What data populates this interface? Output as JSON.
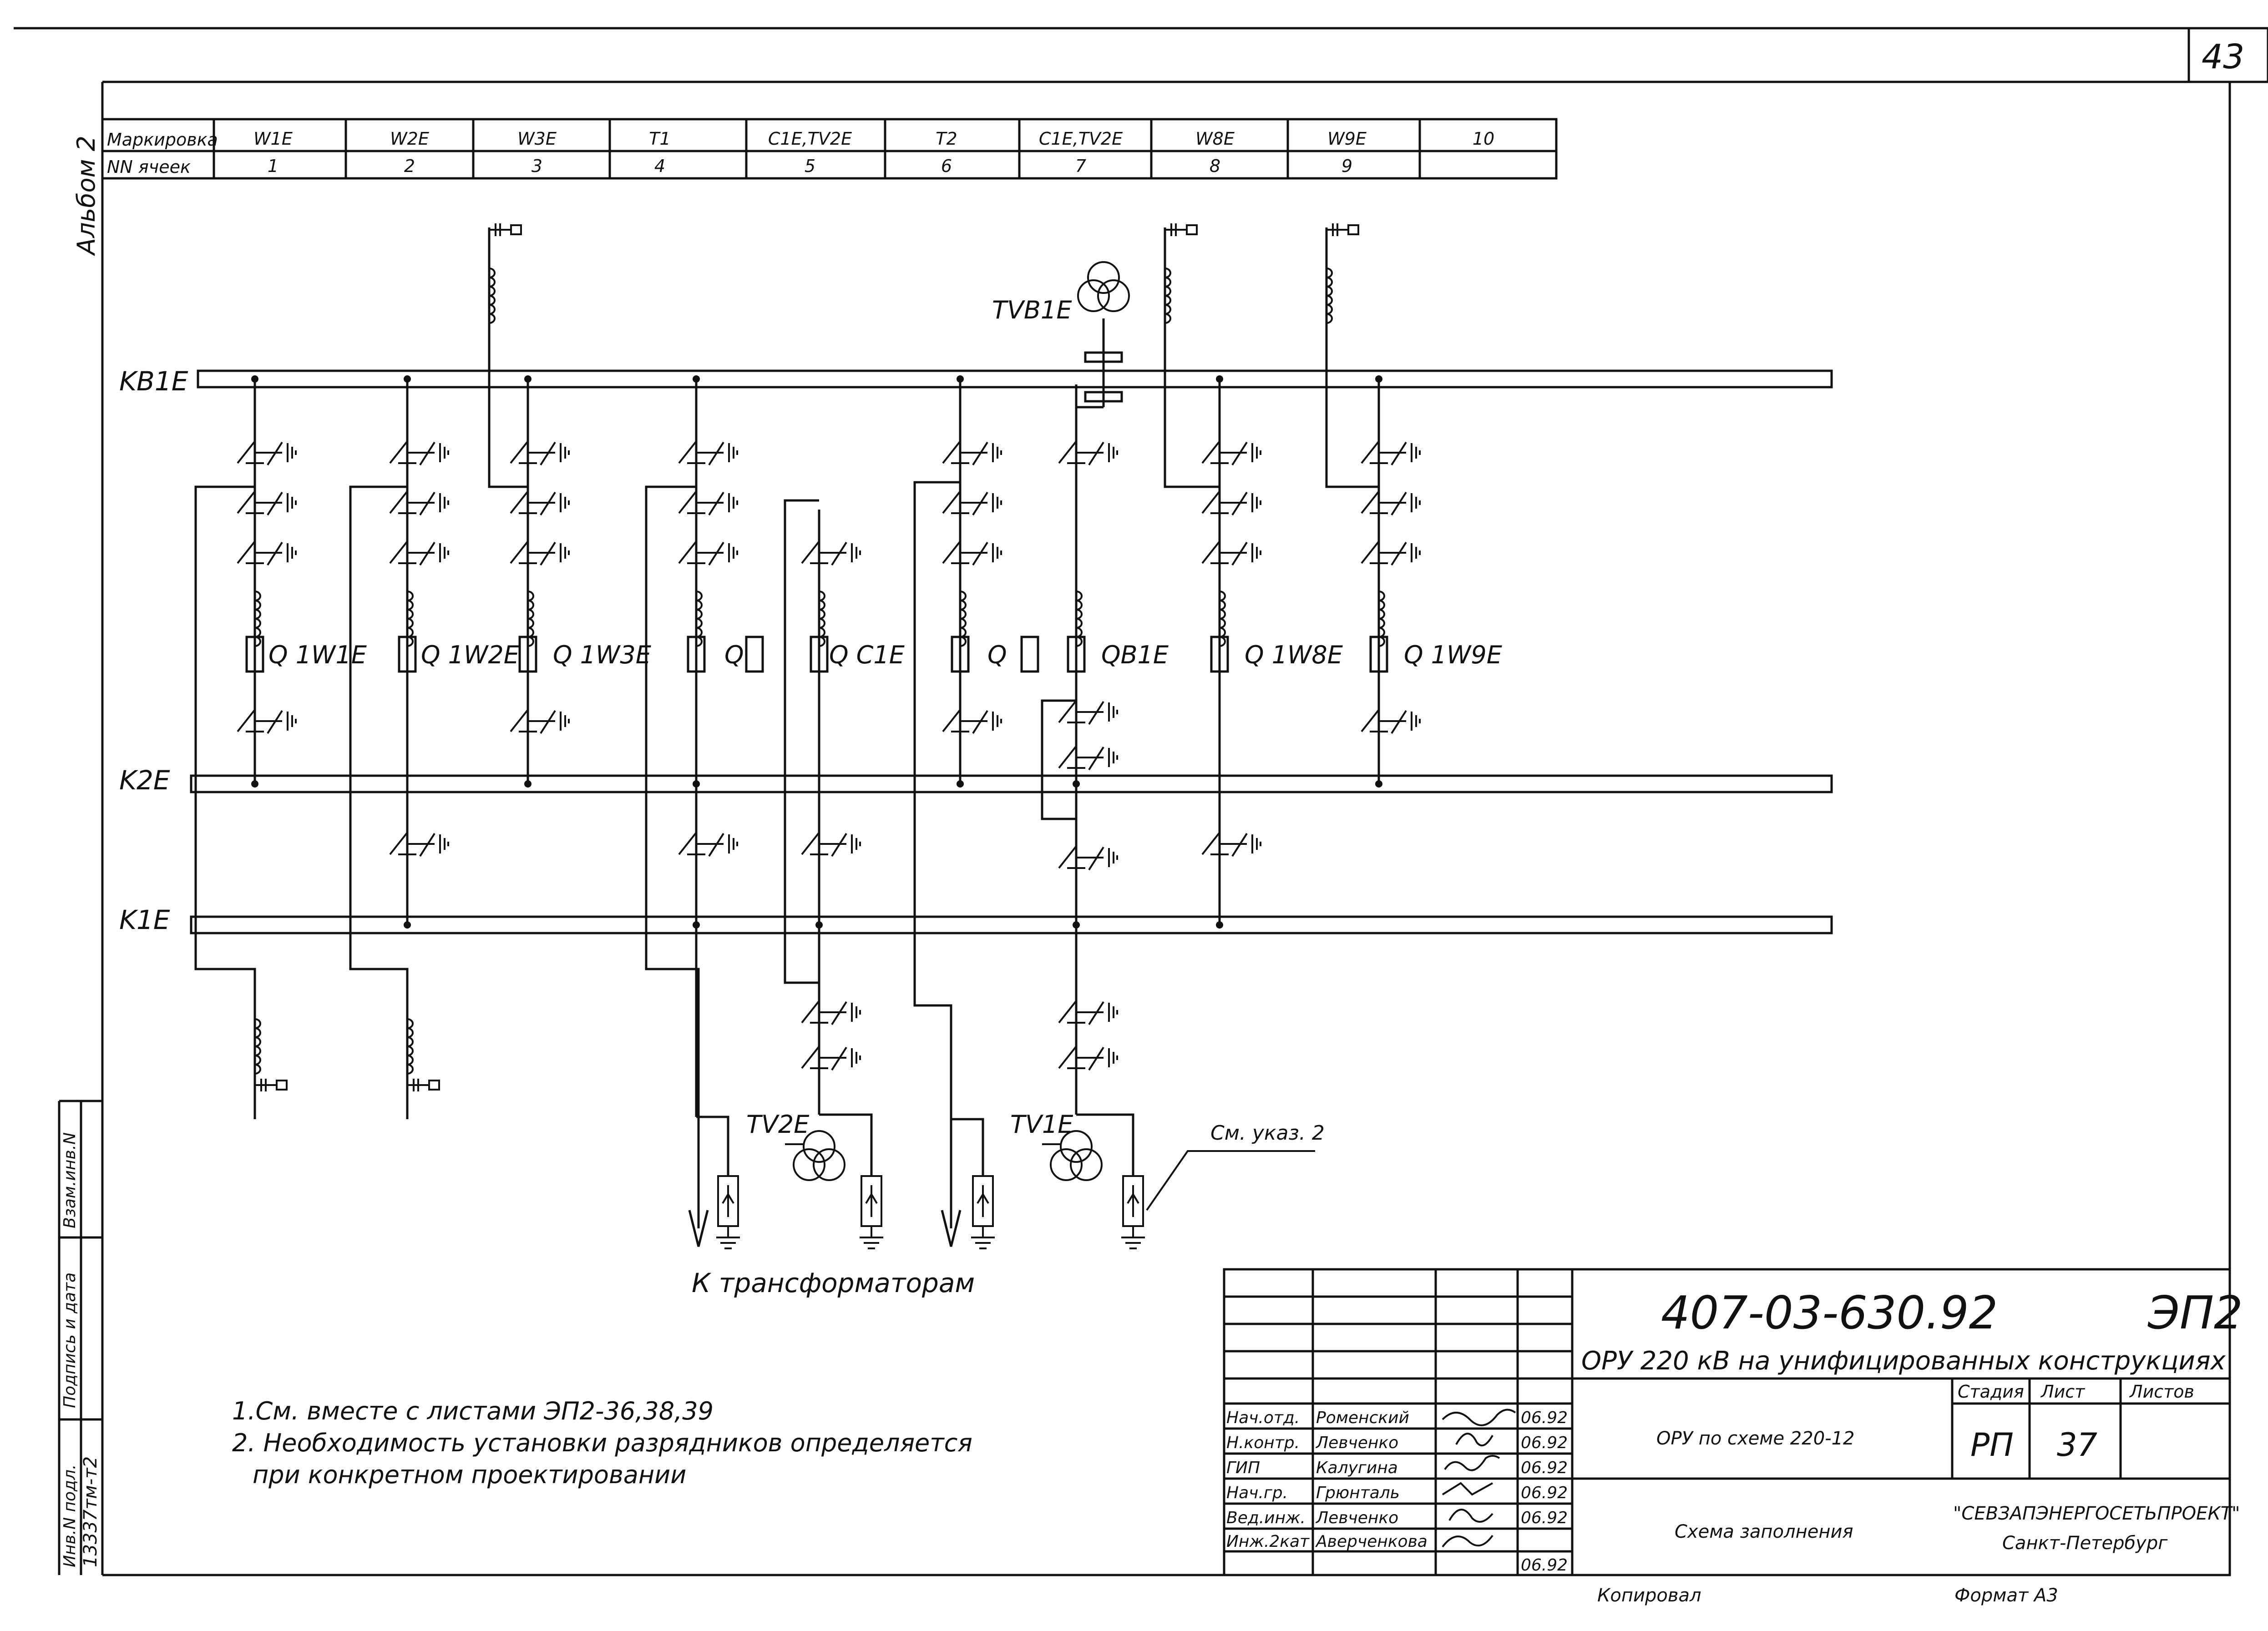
{
  "page_number": "43",
  "album_label": "Альбом 2",
  "header_table": {
    "row1_label": "Маркировка",
    "row2_label": "NN ячеек",
    "markings": [
      "W1E",
      "W2E",
      "W3E",
      "T1",
      "C1E,TV2E",
      "T2",
      "C1E,TV2E",
      "W8E",
      "W9E",
      "10"
    ],
    "cells": [
      "1",
      "2",
      "3",
      "4",
      "5",
      "6",
      "7",
      "8",
      "9",
      ""
    ]
  },
  "buses": {
    "kb1e": "KB1E",
    "k2e": "K2E",
    "k1e": "K1E"
  },
  "breakers": [
    "Q 1W1E",
    "Q 1W2E",
    "Q 1W3E",
    "Q",
    "Q C1E",
    "Q",
    "QB1E",
    "Q 1W8E",
    "Q 1W9E"
  ],
  "labels": {
    "tvb1e": "TVB1E",
    "tv2e": "TV2E",
    "tv1e": "TV1E",
    "note_ref": "См. указ. 2",
    "to_transformers": "К трансформаторам"
  },
  "notes": [
    "1.См. вместе с листами ЭП2-36,38,39",
    "2. Необходимость установки разрядников определяется",
    "при конкретном проектировании"
  ],
  "side_stamp": {
    "vzam": "Взам.инв.N",
    "podpis": "Подпись и дата",
    "inv": "Инв.N подл.",
    "inv_value": "13337тм-т2"
  },
  "title_block": {
    "doc_code": "407-03-630.92",
    "doc_mark": "ЭП2",
    "project_title": "ОРУ 220 кВ на унифицированных конструкциях",
    "scheme": "ОРУ по схеме    220-12",
    "sheet_title": "Схема заполнения",
    "stage_label": "Стадия",
    "sheet_label": "Лист",
    "sheets_label": "Листов",
    "stage": "РП",
    "sheet": "37",
    "org": "\"СЕВЗАПЭНЕРГОСЕТЬПРОЕКТ\"",
    "city": "Санкт-Петербург",
    "signers": [
      {
        "role": "Нач.отд.",
        "name": "Роменский",
        "date": "06.92"
      },
      {
        "role": "Н.контр.",
        "name": "Левченко",
        "date": "06.92"
      },
      {
        "role": "ГИП",
        "name": "Калугина",
        "date": "06.92"
      },
      {
        "role": "Нач.гр.",
        "name": "Грюнталь",
        "date": "06.92"
      },
      {
        "role": "Вед.инж.",
        "name": "Левченко",
        "date": "06.92"
      },
      {
        "role": "Инж.2кат",
        "name": "Аверченкова",
        "date": "06.92"
      }
    ]
  },
  "footer": {
    "copied": "Копировал",
    "format": "Формат А3"
  }
}
